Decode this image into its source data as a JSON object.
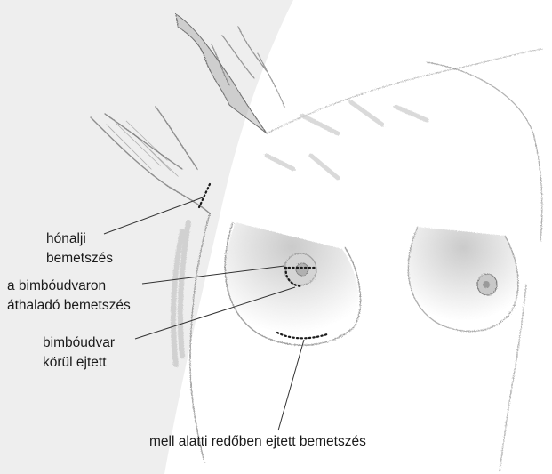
{
  "labels": {
    "axillary_line1": "hónalji",
    "axillary_line2": "bemetszés",
    "transareolar_line1": "a bimbóudvaron",
    "transareolar_line2": "áthaladó bemetszés",
    "periareolar_line1": "bimbóudvar",
    "periareolar_line2": "körül ejtett",
    "inframammary": "mell alatti redőben ejtett bemetszés"
  },
  "colors": {
    "background_panel": "#eeeeee",
    "pencil": "#6f6f6f",
    "incision_dots": "#1a1a1a",
    "leader_line": "#333333"
  }
}
